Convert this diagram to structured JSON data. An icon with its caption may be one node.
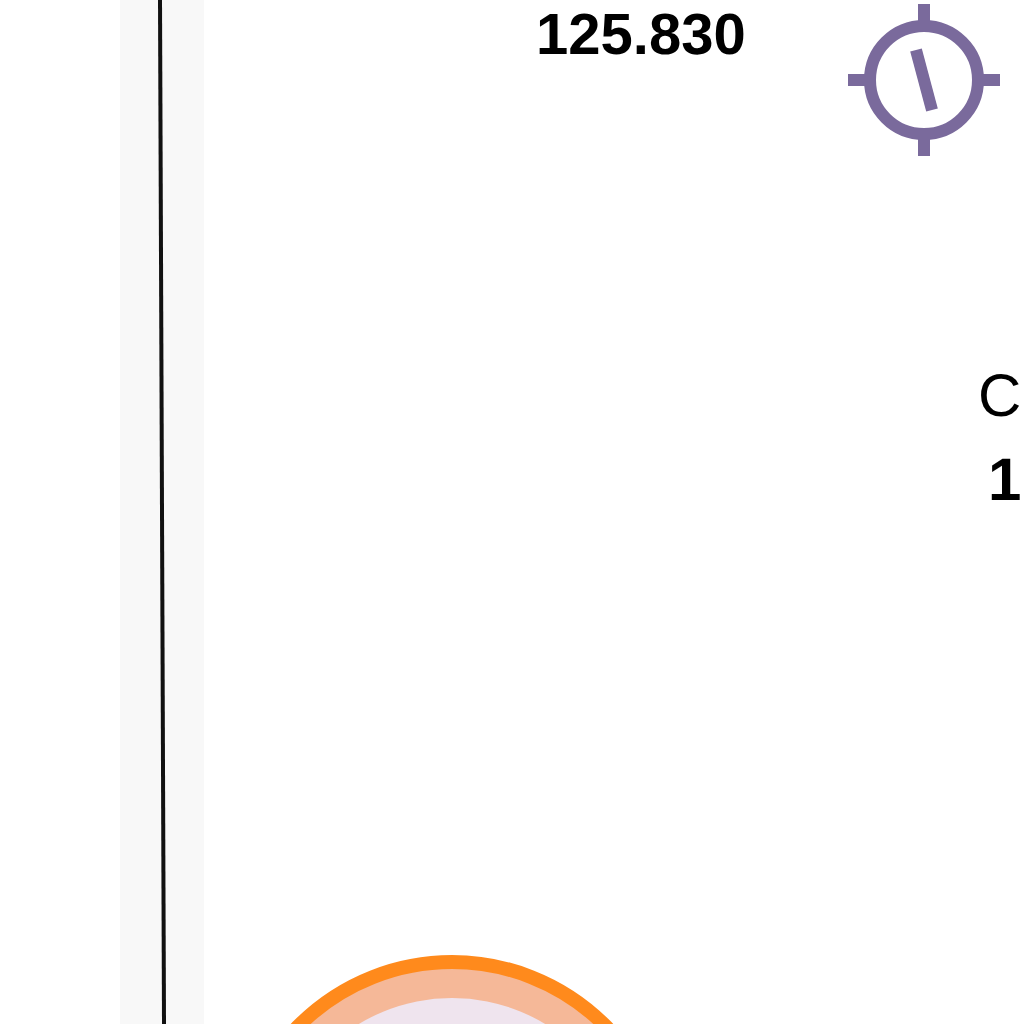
{
  "diagram": {
    "labels": [
      "125.830",
      "C",
      "1"
    ]
  }
}
